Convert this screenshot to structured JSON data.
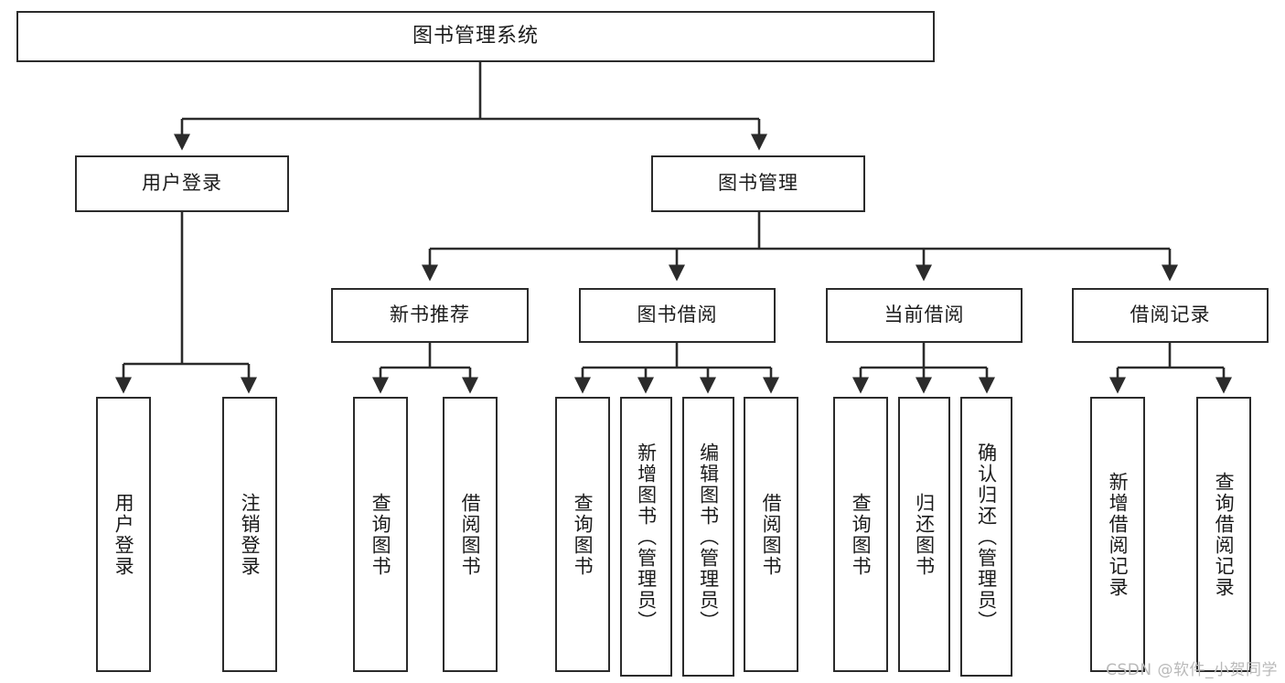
{
  "diagram": {
    "title": "图书管理系统",
    "watermark": "CSDN @软件_小贺同学",
    "levels": {
      "root": "图书管理系统",
      "level2": [
        "用户登录",
        "图书管理"
      ],
      "level3": [
        "新书推荐",
        "图书借阅",
        "当前借阅",
        "借阅记录"
      ]
    },
    "nodes": {
      "root": {
        "label": "图书管理系统"
      },
      "user_login": {
        "label": "用户登录"
      },
      "book_manage": {
        "label": "图书管理"
      },
      "new_book_rec": {
        "label": "新书推荐"
      },
      "book_borrow": {
        "label": "图书借阅"
      },
      "current_borrow": {
        "label": "当前借阅"
      },
      "borrow_record": {
        "label": "借阅记录"
      },
      "leaf_user_login": {
        "label": "用户登录"
      },
      "leaf_logout": {
        "label": "注销登录"
      },
      "leaf_query_book_1": {
        "label": "查询图书"
      },
      "leaf_borrow_book_1": {
        "label": "借阅图书"
      },
      "leaf_query_book_2": {
        "label": "查询图书"
      },
      "leaf_add_book": {
        "label": "新增图书（管理员）"
      },
      "leaf_edit_book": {
        "label": "编辑图书（管理员）"
      },
      "leaf_borrow_book_2": {
        "label": "借阅图书"
      },
      "leaf_query_book_3": {
        "label": "查询图书"
      },
      "leaf_return_book": {
        "label": "归还图书"
      },
      "leaf_confirm_return": {
        "label": "确认归还（管理员）"
      },
      "leaf_add_record": {
        "label": "新增借阅记录"
      },
      "leaf_query_record": {
        "label": "查询借阅记录"
      }
    },
    "colors": {
      "stroke": "#2b2b2b",
      "background": "#ffffff",
      "watermark": "#b9b9b9"
    }
  }
}
